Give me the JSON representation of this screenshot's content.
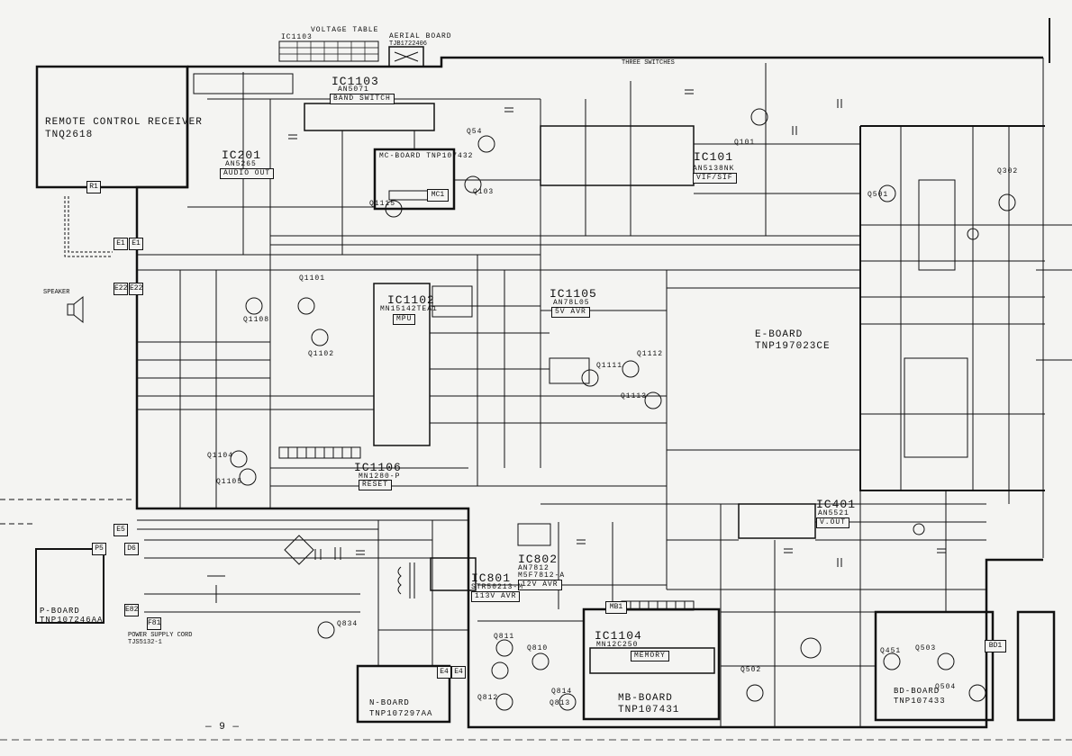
{
  "remote": {
    "line1": "REMOTE CONTROL RECEIVER",
    "line2": "TNQ2618"
  },
  "top": {
    "ic1103_short": "IC1103",
    "voltage_table": "VOLTAGE TABLE",
    "aerial_board": "AERIAL BOARD",
    "aerial_part": "TJB1722406",
    "three_switch": "THREE SWITCHES"
  },
  "ic": {
    "ic1103": {
      "name": "IC1103",
      "part": "AN5071",
      "func": "BAND SWITCH"
    },
    "ic201": {
      "name": "IC201",
      "part": "AN5265",
      "func": "AUDIO OUT"
    },
    "ic101": {
      "name": "IC101",
      "part": "AN5138NK",
      "func": "VIF/SIF"
    },
    "ic1102": {
      "name": "IC1102",
      "part": "MN15142TEA1",
      "func": "MPU"
    },
    "ic1105": {
      "name": "IC1105",
      "part": "AN78L05",
      "func": "5V AVR"
    },
    "ic1106": {
      "name": "IC1106",
      "part": "MN1280-P",
      "func": "RESET"
    },
    "ic401": {
      "name": "IC401",
      "part": "AN5521",
      "func": "V.OUT"
    },
    "ic802": {
      "name": "IC802",
      "part": "AN7812",
      "part2": "M5F7812-A",
      "func": "12V AVR"
    },
    "ic801": {
      "name": "IC801",
      "part": "STR50213-M",
      "func": "113V AVR"
    },
    "ic1104": {
      "name": "IC1104",
      "part": "MN12C250",
      "func": "MEMORY"
    }
  },
  "boards": {
    "mc": "MC-BOARD TNP107432",
    "e": "E-BOARD",
    "e_part": "TNP197023CE",
    "p": "P-BOARD",
    "p_part": "TNP107246AA",
    "n": "N-BOARD",
    "n_part": "TNP107297AA",
    "mb": "MB-BOARD",
    "mb_part": "TNP107431",
    "bd": "BD-BOARD",
    "bd_part": "TNP107433",
    "speaker": "SPEAKER",
    "power_cord": "POWER SUPPLY CORD",
    "power_part": "TJS5132-1"
  },
  "transistors": {
    "q1115": "Q1115",
    "q54": "Q54",
    "q103": "Q103",
    "q101": "Q101",
    "q302": "Q302",
    "q501": "Q501",
    "q1101": "Q1101",
    "q1108": "Q1108",
    "q1102": "Q1102",
    "q1104": "Q1104",
    "q1105": "Q1105",
    "q1111": "Q1111",
    "q1112": "Q1112",
    "q1113": "Q1113",
    "q834": "Q834",
    "q811": "Q811",
    "q810": "Q810",
    "q812": "Q812",
    "q813": "Q813",
    "q814": "Q814",
    "q451": "Q451",
    "q503": "Q503",
    "q502": "Q502",
    "q504": "Q504"
  },
  "connectors": {
    "r1": "R1",
    "e1": "E1",
    "e22": "E22",
    "e5": "E5",
    "p5": "P5",
    "d6": "D6",
    "e82": "E82",
    "f81": "F81",
    "e4": "E4",
    "mb1": "MB1",
    "bd1": "BD1",
    "mc1": "MC1"
  },
  "page_number": "— 9 —"
}
